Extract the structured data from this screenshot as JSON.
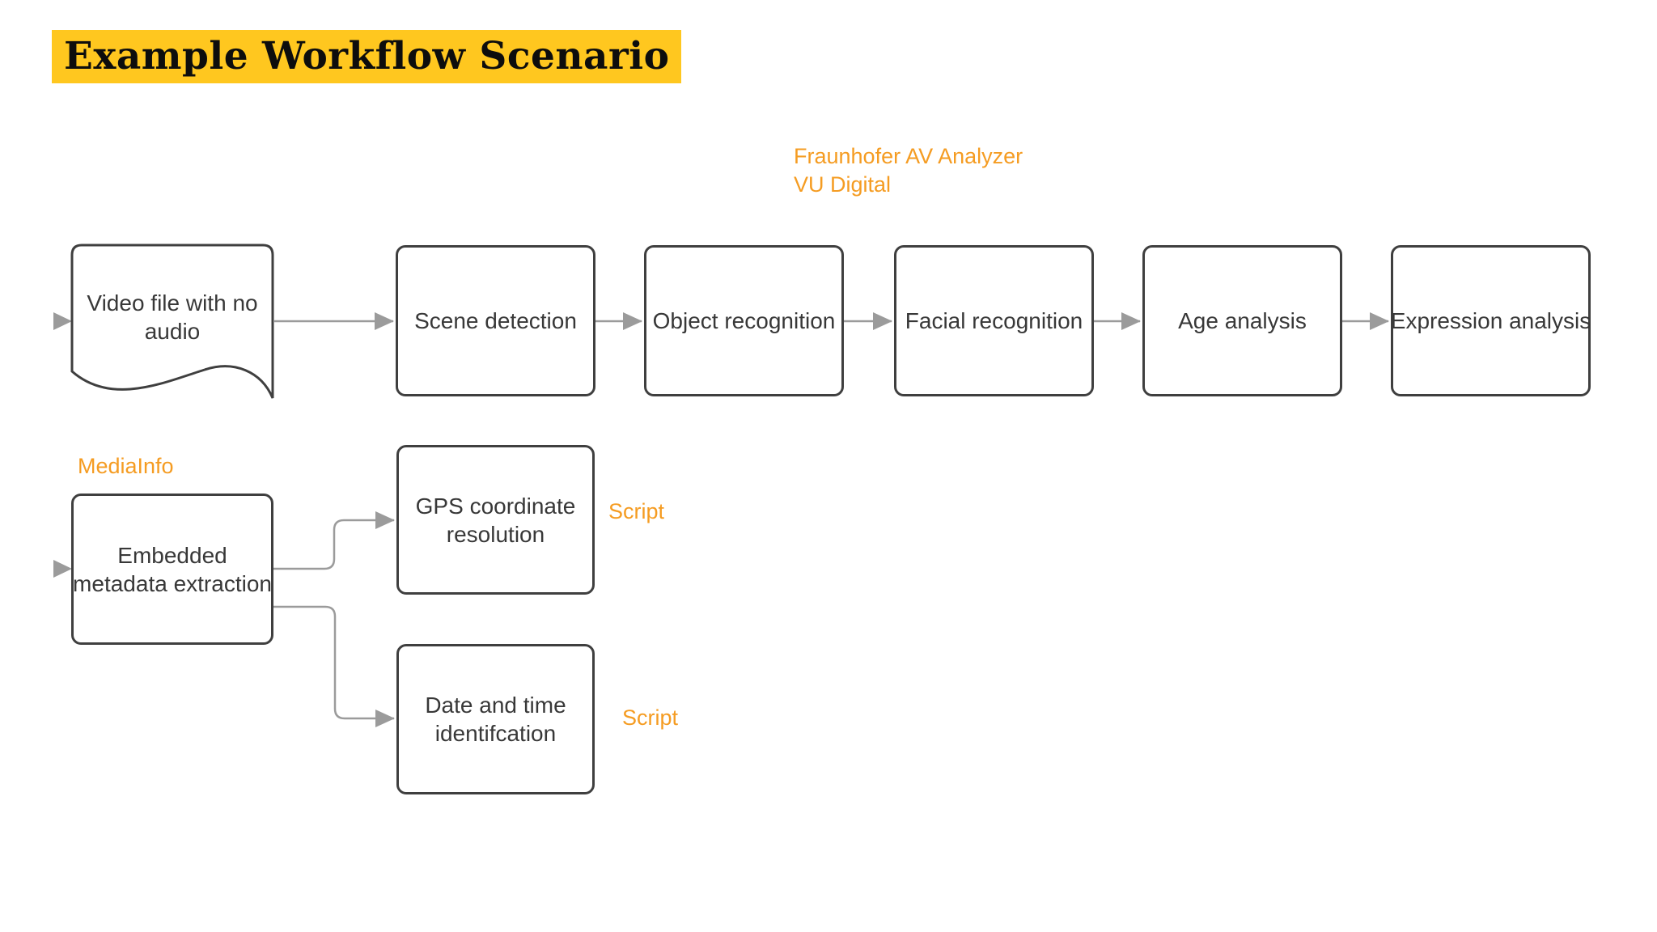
{
  "page": {
    "title": "Example Workflow Scenario"
  },
  "colors": {
    "title_highlight": "#FFC71F",
    "annotation_orange": "#F59C22",
    "node_border": "#3F3F3F",
    "node_text": "#383838",
    "connector_gray": "#9B9B9B",
    "background": "#FFFFFF"
  },
  "nodes": [
    {
      "id": "video-file",
      "shape": "document",
      "label": "Video file with no\naudio"
    },
    {
      "id": "scene-detection",
      "shape": "rounded-rect",
      "label": "Scene detection"
    },
    {
      "id": "object-recognition",
      "shape": "rounded-rect",
      "label": "Object recognition"
    },
    {
      "id": "facial-recognition",
      "shape": "rounded-rect",
      "label": "Facial recognition"
    },
    {
      "id": "age-analysis",
      "shape": "rounded-rect",
      "label": "Age analysis"
    },
    {
      "id": "expression-analysis",
      "shape": "rounded-rect",
      "label": "Expression analysis"
    },
    {
      "id": "embedded-metadata-extraction",
      "shape": "rounded-rect",
      "label": "Embedded\nmetadata extraction"
    },
    {
      "id": "gps-coordinate-resolution",
      "shape": "rounded-rect",
      "label": "GPS coordinate\nresolution"
    },
    {
      "id": "date-time-identification",
      "shape": "rounded-rect",
      "label": "Date and time\nidentifcation"
    }
  ],
  "annotations": [
    {
      "id": "tools-top",
      "text": "Fraunhofer AV Analyzer\nVU Digital"
    },
    {
      "id": "mediainfo",
      "text": "MediaInfo"
    },
    {
      "id": "script-gps",
      "text": "Script"
    },
    {
      "id": "script-date",
      "text": "Script"
    }
  ],
  "edges": [
    {
      "from": "start",
      "to": "video-file"
    },
    {
      "from": "video-file",
      "to": "scene-detection"
    },
    {
      "from": "scene-detection",
      "to": "object-recognition"
    },
    {
      "from": "object-recognition",
      "to": "facial-recognition"
    },
    {
      "from": "facial-recognition",
      "to": "age-analysis"
    },
    {
      "from": "age-analysis",
      "to": "expression-analysis"
    },
    {
      "from": "start",
      "to": "embedded-metadata-extraction"
    },
    {
      "from": "embedded-metadata-extraction",
      "to": "gps-coordinate-resolution"
    },
    {
      "from": "embedded-metadata-extraction",
      "to": "date-time-identification"
    }
  ]
}
